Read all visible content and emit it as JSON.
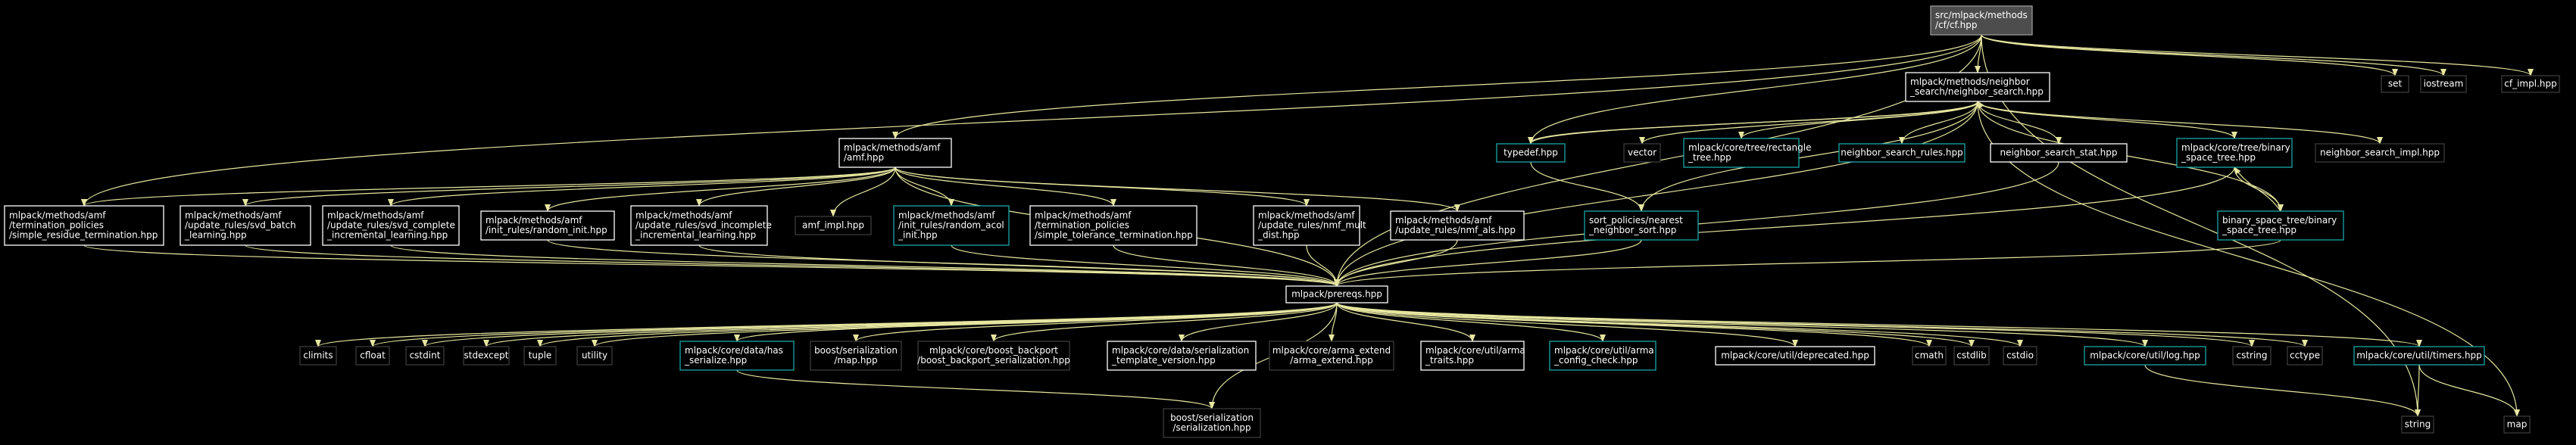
{
  "colors": {
    "background": "#000000",
    "edge": "#e6e6a0",
    "node_border_default": "#ffffff",
    "node_border_linked": "#1aa7a7",
    "root_fill": "#4d4d4d"
  },
  "nodes": [
    {
      "id": "cf",
      "kind": "root",
      "lines": [
        "src/mlpack/methods",
        "/cf/cf.hpp"
      ]
    },
    {
      "id": "set",
      "kind": "plain",
      "lines": [
        "set"
      ]
    },
    {
      "id": "iostream",
      "kind": "plain",
      "lines": [
        "iostream"
      ]
    },
    {
      "id": "cf_impl",
      "kind": "plain",
      "lines": [
        "cf_impl.hpp"
      ]
    },
    {
      "id": "ns",
      "kind": "boxed",
      "lines": [
        "mlpack/methods/neighbor",
        "_search/neighbor_search.hpp"
      ]
    },
    {
      "id": "amf",
      "kind": "boxed",
      "lines": [
        "mlpack/methods/amf",
        "/amf.hpp"
      ]
    },
    {
      "id": "typedef",
      "kind": "linked",
      "lines": [
        "typedef.hpp"
      ]
    },
    {
      "id": "vector",
      "kind": "plain",
      "lines": [
        "vector"
      ]
    },
    {
      "id": "rect",
      "kind": "linked",
      "lines": [
        "mlpack/core/tree/rectangle",
        "_tree.hpp"
      ]
    },
    {
      "id": "nsr",
      "kind": "linked",
      "lines": [
        "neighbor_search_rules.hpp"
      ]
    },
    {
      "id": "nss",
      "kind": "boxed",
      "lines": [
        "neighbor_search_stat.hpp"
      ]
    },
    {
      "id": "bst1",
      "kind": "linked",
      "lines": [
        "mlpack/core/tree/binary",
        "_space_tree.hpp"
      ]
    },
    {
      "id": "nsimpl",
      "kind": "plain",
      "lines": [
        "neighbor_search_impl.hpp"
      ]
    },
    {
      "id": "srt",
      "kind": "boxed",
      "lines": [
        "mlpack/methods/amf",
        "/termination_policies",
        "/simple_residue_termination.hpp"
      ]
    },
    {
      "id": "svdb",
      "kind": "boxed",
      "lines": [
        "mlpack/methods/amf",
        "/update_rules/svd_batch",
        "_learning.hpp"
      ]
    },
    {
      "id": "svdc",
      "kind": "boxed",
      "lines": [
        "mlpack/methods/amf",
        "/update_rules/svd_complete",
        "_incremental_learning.hpp"
      ]
    },
    {
      "id": "rinit",
      "kind": "boxed",
      "lines": [
        "mlpack/methods/amf",
        "/init_rules/random_init.hpp"
      ]
    },
    {
      "id": "svdi",
      "kind": "boxed",
      "lines": [
        "mlpack/methods/amf",
        "/update_rules/svd_incomplete",
        "_incremental_learning.hpp"
      ]
    },
    {
      "id": "amfimpl",
      "kind": "plain",
      "lines": [
        "amf_impl.hpp"
      ]
    },
    {
      "id": "racol",
      "kind": "linked",
      "lines": [
        "mlpack/methods/amf",
        "/init_rules/random_acol",
        "_init.hpp"
      ]
    },
    {
      "id": "stt",
      "kind": "boxed",
      "lines": [
        "mlpack/methods/amf",
        "/termination_policies",
        "/simple_tolerance_termination.hpp"
      ]
    },
    {
      "id": "nmfm",
      "kind": "boxed",
      "lines": [
        "mlpack/methods/amf",
        "/update_rules/nmf_mult",
        "_dist.hpp"
      ]
    },
    {
      "id": "nmfa",
      "kind": "boxed",
      "lines": [
        "mlpack/methods/amf",
        "/update_rules/nmf_als.hpp"
      ]
    },
    {
      "id": "sortp",
      "kind": "linked",
      "lines": [
        "sort_policies/nearest",
        "_neighbor_sort.hpp"
      ]
    },
    {
      "id": "bst2",
      "kind": "linked",
      "lines": [
        "binary_space_tree/binary",
        "_space_tree.hpp"
      ]
    },
    {
      "id": "prereqs",
      "kind": "boxed",
      "lines": [
        "mlpack/prereqs.hpp"
      ]
    },
    {
      "id": "climits",
      "kind": "plain",
      "lines": [
        "climits"
      ]
    },
    {
      "id": "cfloat",
      "kind": "plain",
      "lines": [
        "cfloat"
      ]
    },
    {
      "id": "cstdint",
      "kind": "plain",
      "lines": [
        "cstdint"
      ]
    },
    {
      "id": "stdexcept",
      "kind": "plain",
      "lines": [
        "stdexcept"
      ]
    },
    {
      "id": "tuple",
      "kind": "plain",
      "lines": [
        "tuple"
      ]
    },
    {
      "id": "utility",
      "kind": "plain",
      "lines": [
        "utility"
      ]
    },
    {
      "id": "hasser",
      "kind": "linked",
      "lines": [
        "mlpack/core/data/has",
        "_serialize.hpp"
      ]
    },
    {
      "id": "bmap",
      "kind": "plain",
      "lines": [
        "boost/serialization",
        "/map.hpp"
      ]
    },
    {
      "id": "bbb",
      "kind": "plain",
      "lines": [
        "mlpack/core/boost_backport",
        "/boost_backport_serialization.hpp"
      ]
    },
    {
      "id": "stv",
      "kind": "boxed",
      "lines": [
        "mlpack/core/data/serialization",
        "_template_version.hpp"
      ]
    },
    {
      "id": "armaext",
      "kind": "plain",
      "lines": [
        "mlpack/core/arma_extend",
        "/arma_extend.hpp"
      ]
    },
    {
      "id": "armatr",
      "kind": "boxed",
      "lines": [
        "mlpack/core/util/arma",
        "_traits.hpp"
      ]
    },
    {
      "id": "armacfg",
      "kind": "linked",
      "lines": [
        "mlpack/core/util/arma",
        "_config_check.hpp"
      ]
    },
    {
      "id": "depr",
      "kind": "boxed",
      "lines": [
        "mlpack/core/util/deprecated.hpp"
      ]
    },
    {
      "id": "cmath",
      "kind": "plain",
      "lines": [
        "cmath"
      ]
    },
    {
      "id": "cstdlib",
      "kind": "plain",
      "lines": [
        "cstdlib"
      ]
    },
    {
      "id": "cstdio",
      "kind": "plain",
      "lines": [
        "cstdio"
      ]
    },
    {
      "id": "log",
      "kind": "linked",
      "lines": [
        "mlpack/core/util/log.hpp"
      ]
    },
    {
      "id": "cstring",
      "kind": "plain",
      "lines": [
        "cstring"
      ]
    },
    {
      "id": "cctype",
      "kind": "plain",
      "lines": [
        "cctype"
      ]
    },
    {
      "id": "timers",
      "kind": "linked",
      "lines": [
        "mlpack/core/util/timers.hpp"
      ]
    },
    {
      "id": "bser",
      "kind": "plain",
      "lines": [
        "boost/serialization",
        "/serialization.hpp"
      ]
    },
    {
      "id": "string",
      "kind": "plain",
      "lines": [
        "string"
      ]
    },
    {
      "id": "map",
      "kind": "plain",
      "lines": [
        "map"
      ]
    }
  ],
  "edges": [
    [
      "cf",
      "set"
    ],
    [
      "cf",
      "iostream"
    ],
    [
      "cf",
      "cf_impl"
    ],
    [
      "cf",
      "ns"
    ],
    [
      "cf",
      "amf"
    ],
    [
      "cf",
      "srt"
    ],
    [
      "cf",
      "typedef"
    ],
    [
      "cf",
      "prereqs"
    ],
    [
      "cf",
      "string"
    ],
    [
      "ns",
      "typedef"
    ],
    [
      "ns",
      "vector"
    ],
    [
      "ns",
      "rect"
    ],
    [
      "ns",
      "nsr"
    ],
    [
      "ns",
      "nss"
    ],
    [
      "ns",
      "bst1"
    ],
    [
      "ns",
      "nsimpl"
    ],
    [
      "ns",
      "sortp"
    ],
    [
      "ns",
      "bst2"
    ],
    [
      "ns",
      "prereqs"
    ],
    [
      "ns",
      "map"
    ],
    [
      "typedef",
      "sortp"
    ],
    [
      "typedef",
      "ns"
    ],
    [
      "bst1",
      "bst2"
    ],
    [
      "bst1",
      "prereqs"
    ],
    [
      "bst2",
      "bst1"
    ],
    [
      "bst2",
      "prereqs"
    ],
    [
      "nss",
      "prereqs"
    ],
    [
      "sortp",
      "prereqs"
    ],
    [
      "amf",
      "srt"
    ],
    [
      "amf",
      "svdb"
    ],
    [
      "amf",
      "svdc"
    ],
    [
      "amf",
      "rinit"
    ],
    [
      "amf",
      "svdi"
    ],
    [
      "amf",
      "amfimpl"
    ],
    [
      "amf",
      "racol"
    ],
    [
      "amf",
      "stt"
    ],
    [
      "amf",
      "nmfm"
    ],
    [
      "amf",
      "nmfa"
    ],
    [
      "amf",
      "prereqs"
    ],
    [
      "srt",
      "prereqs"
    ],
    [
      "svdb",
      "prereqs"
    ],
    [
      "svdc",
      "prereqs"
    ],
    [
      "rinit",
      "prereqs"
    ],
    [
      "svdi",
      "prereqs"
    ],
    [
      "racol",
      "prereqs"
    ],
    [
      "stt",
      "prereqs"
    ],
    [
      "nmfm",
      "prereqs"
    ],
    [
      "nmfa",
      "prereqs"
    ],
    [
      "prereqs",
      "climits"
    ],
    [
      "prereqs",
      "cfloat"
    ],
    [
      "prereqs",
      "cstdint"
    ],
    [
      "prereqs",
      "stdexcept"
    ],
    [
      "prereqs",
      "tuple"
    ],
    [
      "prereqs",
      "utility"
    ],
    [
      "prereqs",
      "hasser"
    ],
    [
      "prereqs",
      "bmap"
    ],
    [
      "prereqs",
      "bbb"
    ],
    [
      "prereqs",
      "stv"
    ],
    [
      "prereqs",
      "armaext"
    ],
    [
      "prereqs",
      "armatr"
    ],
    [
      "prereqs",
      "armacfg"
    ],
    [
      "prereqs",
      "depr"
    ],
    [
      "prereqs",
      "cmath"
    ],
    [
      "prereqs",
      "cstdlib"
    ],
    [
      "prereqs",
      "cstdio"
    ],
    [
      "prereqs",
      "log"
    ],
    [
      "prereqs",
      "cstring"
    ],
    [
      "prereqs",
      "cctype"
    ],
    [
      "prereqs",
      "timers"
    ],
    [
      "prereqs",
      "bser"
    ],
    [
      "hasser",
      "bser"
    ],
    [
      "log",
      "string"
    ],
    [
      "timers",
      "string"
    ],
    [
      "timers",
      "map"
    ]
  ]
}
